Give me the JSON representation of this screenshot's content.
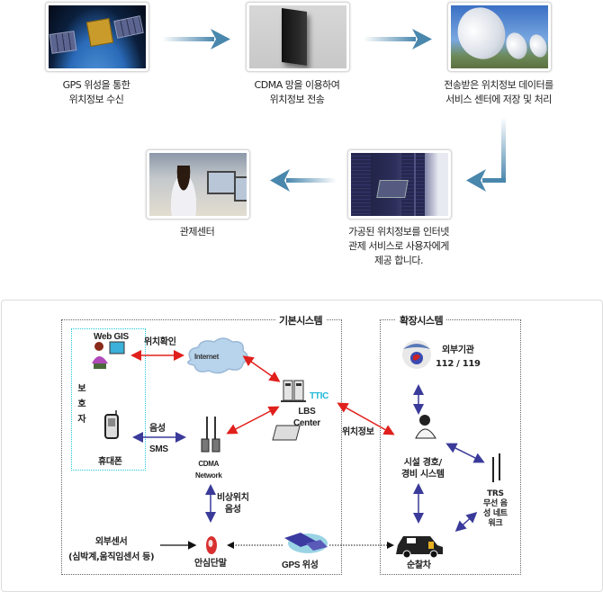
{
  "top_flow": {
    "steps": [
      {
        "image": "gps-satellite-photo",
        "caption_lines": [
          "GPS 위성을 통한",
          "위치정보 수신"
        ]
      },
      {
        "image": "cdma-device-photo",
        "caption_lines": [
          "CDMA 망을 이용하여",
          "위치정보 전송"
        ]
      },
      {
        "image": "satellite-dish-photo",
        "caption_lines": [
          "전송받은 위치정보 데이터를",
          "서비스 센터에 저장 및 처리"
        ]
      },
      {
        "image": "server-rack-photo",
        "caption_lines": [
          "가공된 위치정보를 인터넷",
          "관제 서비스로 사용자에게",
          "제공 합니다."
        ]
      },
      {
        "image": "control-center-photo",
        "caption_lines": [
          "관제센터"
        ]
      }
    ],
    "arrow_color": "#4a87ad"
  },
  "system_diagram": {
    "basic_system_label": "기본시스템",
    "field_system_label": "확장시스템",
    "guardian_label": [
      "보",
      "호",
      "자"
    ],
    "nodes": {
      "web_gis": "Web GIS",
      "internet": "Internet",
      "lbs_center": [
        "LBS",
        "Center"
      ],
      "ttic": "TTIC",
      "mobile_phone": "휴대폰",
      "cdma_network": [
        "CDMA",
        "Network"
      ],
      "safe_terminal": "안심단말",
      "external_sensor": [
        "외부센서",
        "(심박계,움직임센서 등)"
      ],
      "gps_satellite": "GPS 위성",
      "external_agency": [
        "외부기관",
        "112 / 119"
      ],
      "security_system": [
        "시설 경호/",
        "경비 시스템"
      ],
      "trs": [
        "TRS",
        "무선 음",
        "성 네트",
        "워크"
      ],
      "patrol_car": "순찰차"
    },
    "link_labels": {
      "location_check": "위치확인",
      "voice": "음성",
      "sms": "SMS",
      "emergency": [
        "비상위치",
        "음성"
      ],
      "location_info": "위치정보"
    },
    "colors": {
      "red_link": "#e0201c",
      "blue_link": "#3a3a9a",
      "ttic": "#1fb8d8",
      "guardian_border": "#22c8d8"
    }
  }
}
